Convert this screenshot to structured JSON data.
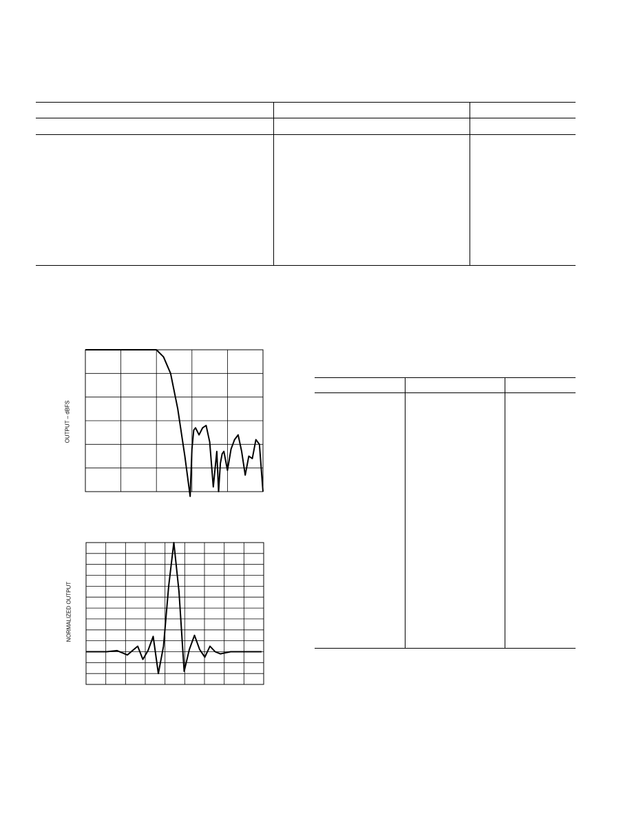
{
  "figures": {
    "frequency_response": {
      "ylabel": "OUTPUT – dBFS"
    },
    "impulse_response": {
      "ylabel": "NORMALIZED OUTPUT"
    }
  },
  "chart_data": [
    {
      "type": "line",
      "title": "",
      "xlabel": "",
      "ylabel": "OUTPUT – dBFS",
      "grid": true,
      "grid_columns": 5,
      "grid_rows": 6,
      "series": [
        {
          "x": [
            0.0,
            0.5,
            1.0,
            1.5,
            2.0,
            2.2,
            2.4,
            2.6,
            2.8,
            2.95,
            3.0,
            3.05,
            3.1,
            3.2,
            3.3,
            3.4,
            3.5,
            3.6,
            3.7,
            3.75,
            3.8,
            3.85,
            3.9,
            4.0,
            4.1,
            4.2,
            4.3,
            4.4,
            4.5,
            4.6,
            4.7,
            4.8,
            4.9,
            5.0
          ],
          "y": [
            0.0,
            0.0,
            0.0,
            0.0,
            0.0,
            -0.3,
            -1.0,
            -2.5,
            -4.5,
            -6.2,
            -4.2,
            -3.4,
            -3.3,
            -3.6,
            -3.3,
            -3.2,
            -3.9,
            -5.8,
            -4.3,
            -6.0,
            -4.8,
            -4.4,
            -4.3,
            -5.1,
            -4.2,
            -3.8,
            -3.6,
            -4.3,
            -5.3,
            -4.5,
            -4.6,
            -3.8,
            -4.0,
            -6.0
          ]
        }
      ]
    },
    {
      "type": "line",
      "title": "",
      "xlabel": "",
      "ylabel": "NORMALIZED OUTPUT",
      "grid": true,
      "grid_columns": 9,
      "grid_rows": 13,
      "ylim": [
        -0.3,
        1.0
      ],
      "series": [
        {
          "x": [
            0.0,
            0.5,
            1.0,
            1.5,
            2.0,
            2.5,
            2.75,
            3.0,
            3.25,
            3.5,
            3.75,
            4.0,
            4.25,
            4.5,
            4.75,
            5.0,
            5.25,
            5.5,
            5.75,
            6.0,
            6.25,
            6.5,
            7.0,
            7.5,
            8.0,
            8.5
          ],
          "y": [
            0.0,
            0.0,
            0.0,
            0.01,
            -0.03,
            0.05,
            -0.07,
            0.01,
            0.14,
            -0.2,
            0.05,
            0.6,
            1.0,
            0.55,
            -0.18,
            0.02,
            0.15,
            0.02,
            -0.05,
            0.05,
            0.0,
            -0.02,
            0.0,
            0.0,
            0.0,
            0.0
          ]
        }
      ]
    }
  ]
}
